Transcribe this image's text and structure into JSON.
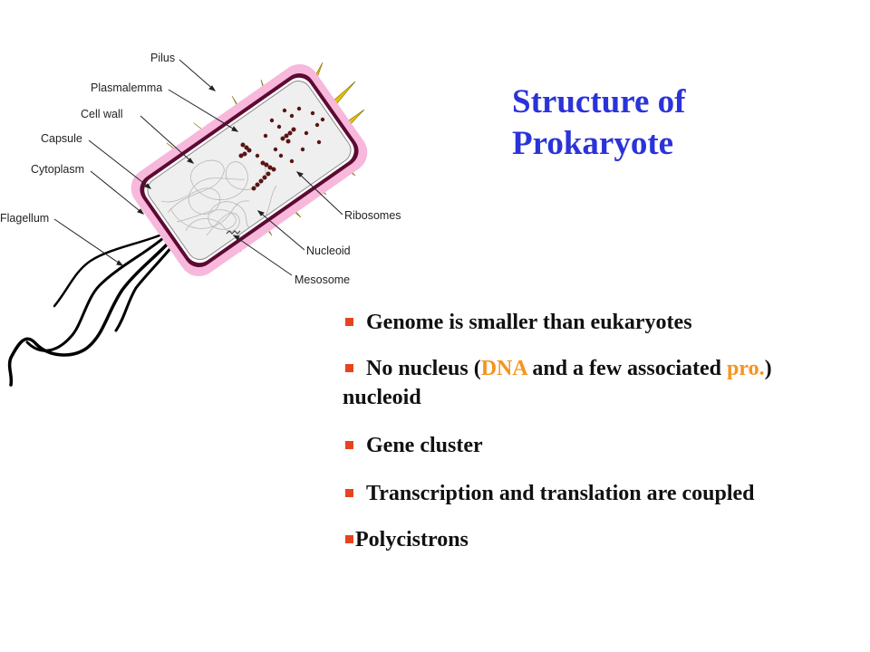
{
  "slide": {
    "title_line1": "Structure of",
    "title_line2": "Prokaryote",
    "title_color": "#2b33d8",
    "accent_color": "#f7941d",
    "bullet_color": "#e8431f"
  },
  "diagram": {
    "labels": {
      "pilus": "Pilus",
      "plasmalemma": "Plasmalemma",
      "cell_wall": "Cell wall",
      "capsule": "Capsule",
      "cytoplasm": "Cytoplasm",
      "flagellum": "Flagellum",
      "ribosomes": "Ribosomes",
      "nucleoid": "Nucleoid",
      "mesosome": "Mesosome"
    }
  },
  "bullets": {
    "b1": "Genome is smaller than eukaryotes",
    "b2_pre": "No nucleus (",
    "b2_dna": "DNA",
    "b2_mid": " and a few associated ",
    "b2_pro": "pro.",
    "b2_post": ") nucleoid",
    "b3": "Gene cluster",
    "b4": "Transcription and translation are coupled",
    "b5": "Polycistrons"
  }
}
